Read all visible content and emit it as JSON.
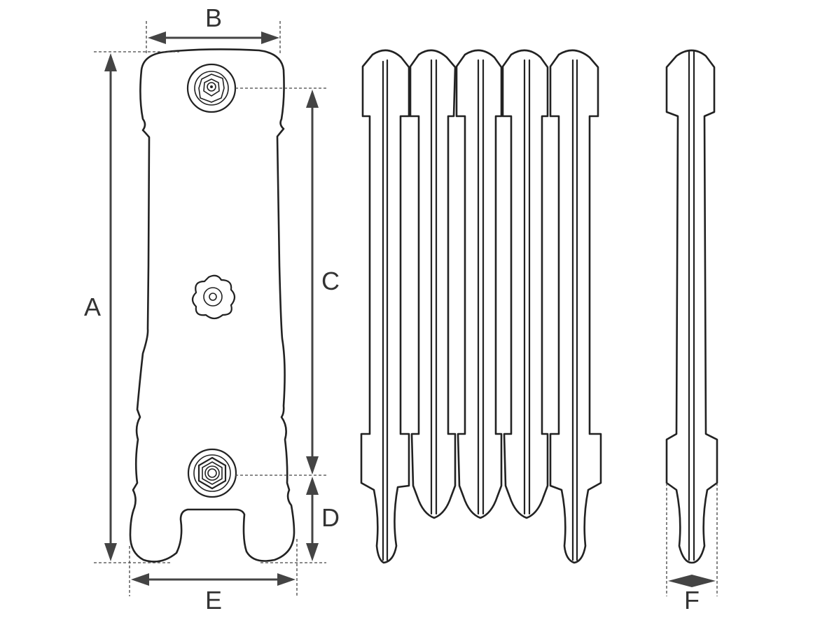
{
  "dimensions": {
    "A": "A",
    "B": "B",
    "C": "C",
    "D": "D",
    "E": "E",
    "F": "F"
  },
  "colors": {
    "line": "#222222",
    "dimension": "#444444",
    "label": "#333333",
    "background": "#ffffff"
  }
}
